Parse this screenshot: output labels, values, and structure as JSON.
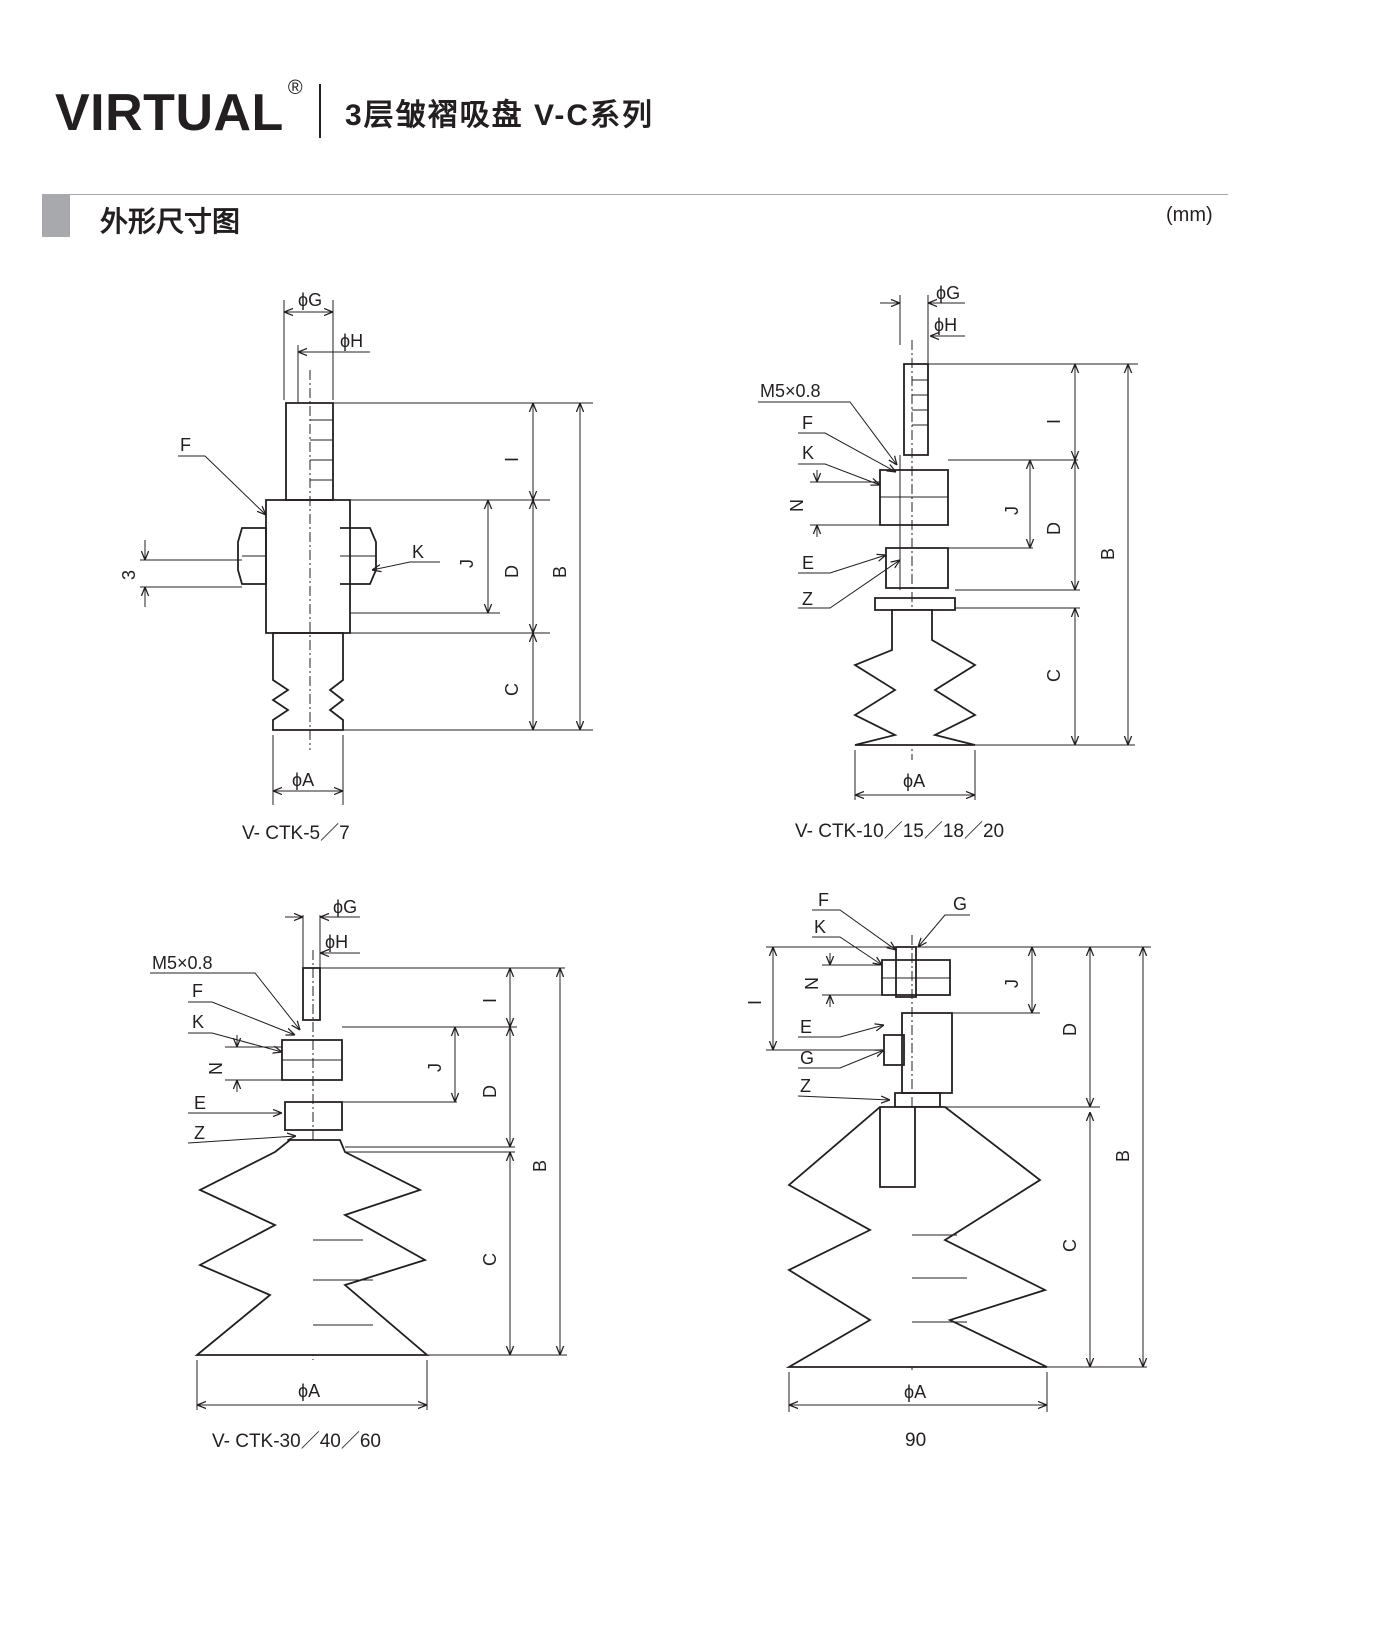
{
  "header": {
    "brand": "VIRTUAL",
    "registered": "®",
    "title": "3层皱褶吸盘  V-C系列"
  },
  "section": {
    "title": "外形尺寸图",
    "unit": "(mm)"
  },
  "diagrams": [
    {
      "caption": "V- CTK-5／7",
      "labels": {
        "phiG": "ϕG",
        "phiH": "ϕH",
        "F": "F",
        "K": "K",
        "three": "3",
        "I": "I",
        "J": "J",
        "D": "D",
        "C": "C",
        "B": "B",
        "phiA": "ϕA"
      }
    },
    {
      "caption": "V- CTK-10／15／18／20",
      "labels": {
        "phiG": "ϕG",
        "phiH": "ϕH",
        "M5": "M5×0.8",
        "F": "F",
        "K": "K",
        "N": "N",
        "E": "E",
        "Z": "Z",
        "I": "I",
        "J": "J",
        "D": "D",
        "C": "C",
        "B": "B",
        "phiA": "ϕA"
      }
    },
    {
      "caption": "V- CTK-30／40／60",
      "labels": {
        "phiG": "ϕG",
        "phiH": "ϕH",
        "M5": "M5×0.8",
        "F": "F",
        "K": "K",
        "N": "N",
        "E": "E",
        "Z": "Z",
        "I": "I",
        "J": "J",
        "D": "D",
        "C": "C",
        "B": "B",
        "phiA": "ϕA"
      }
    },
    {
      "caption": "90",
      "labels": {
        "F": "F",
        "K": "K",
        "G": "G",
        "N": "N",
        "E": "E",
        "G2": "G",
        "Z": "Z",
        "I": "I",
        "J": "J",
        "D": "D",
        "C": "C",
        "B": "B",
        "phiA": "ϕA"
      }
    }
  ]
}
